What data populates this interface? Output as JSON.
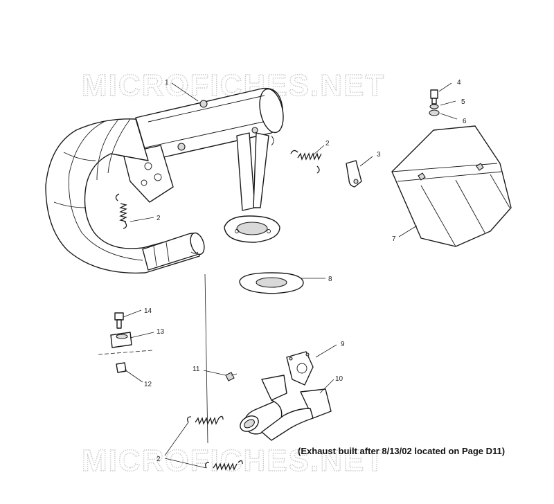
{
  "watermark": "MICROFICHES.NET",
  "note": "(Exhaust built after 8/13/02 located on Page D11)",
  "callouts": {
    "c1": "1",
    "c2a": "2",
    "c2b": "2",
    "c2c": "2",
    "c3": "3",
    "c4": "4",
    "c5": "5",
    "c6": "6",
    "c7": "7",
    "c8": "8",
    "c9": "9",
    "c10": "10",
    "c11": "11",
    "c12": "12",
    "c13": "13",
    "c14": "14"
  }
}
